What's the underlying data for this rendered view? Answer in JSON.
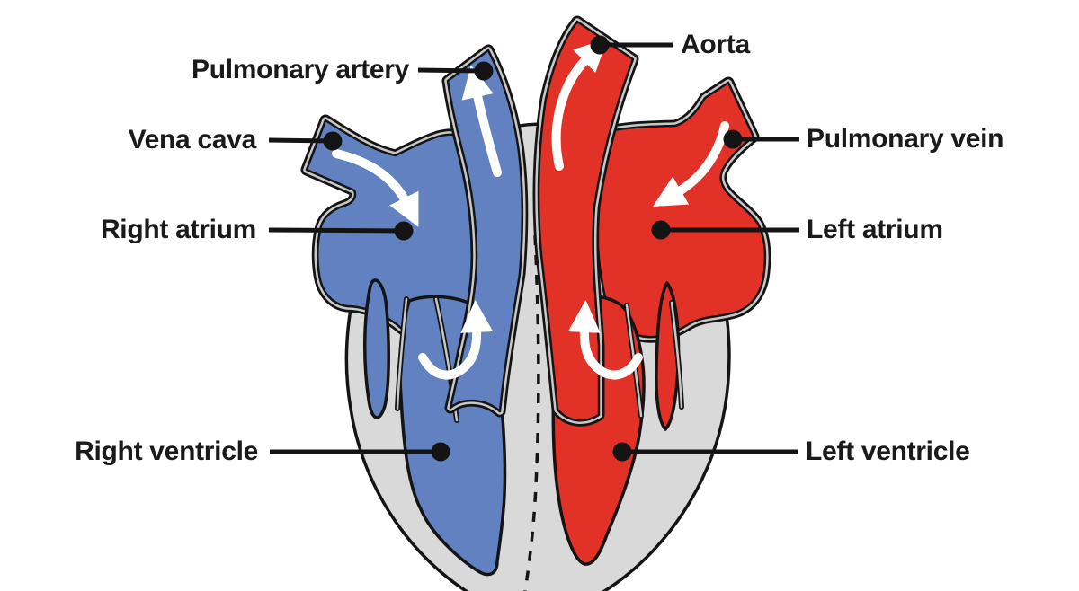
{
  "diagram": {
    "labels": {
      "pulmonary_artery": "Pulmonary artery",
      "aorta": "Aorta",
      "vena_cava": "Vena cava",
      "pulmonary_vein": "Pulmonary vein",
      "right_atrium": "Right atrium",
      "left_atrium": "Left atrium",
      "right_ventricle": "Right ventricle",
      "left_ventricle": "Left ventricle"
    }
  },
  "colors": {
    "blood_blue": "#6181C0",
    "blood_red": "#E23127",
    "heart_gray": "#D9D9D9",
    "lining_gray": "#C8C8C8",
    "outline_black": "#141414",
    "arrow_white": "#FFFFFF",
    "label_text": "#1A1A1A"
  }
}
